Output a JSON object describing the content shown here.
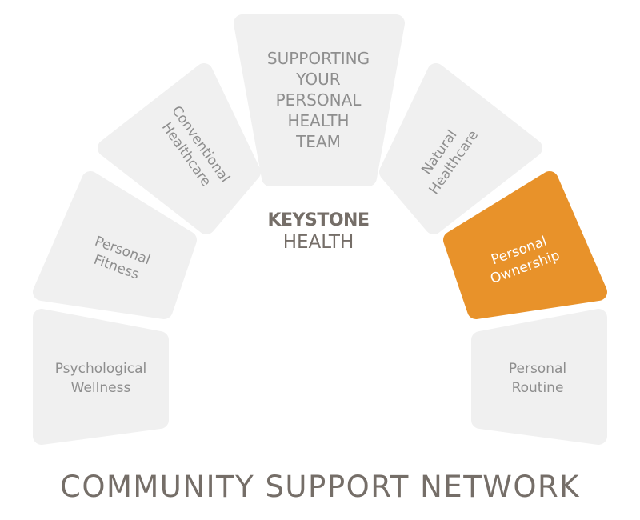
{
  "center": {
    "brand_line1": "KEYSTONE",
    "brand_line2": "HEALTH"
  },
  "tiles": [
    {
      "id": "psychological-wellness",
      "lines": [
        "Psychological",
        "Wellness"
      ],
      "active": false
    },
    {
      "id": "personal-fitness",
      "lines": [
        "Personal",
        "Fitness"
      ],
      "active": false
    },
    {
      "id": "conventional-healthcare",
      "lines": [
        "Conventional",
        "Healthcare"
      ],
      "active": false
    },
    {
      "id": "supporting-team",
      "lines": [
        "SUPPORTING",
        "YOUR",
        "PERSONAL",
        "HEALTH",
        "TEAM"
      ],
      "active": false
    },
    {
      "id": "natural-healthcare",
      "lines": [
        "Natural",
        "Healthcare"
      ],
      "active": false
    },
    {
      "id": "personal-ownership",
      "lines": [
        "Personal",
        "Ownership"
      ],
      "active": true
    },
    {
      "id": "personal-routine",
      "lines": [
        "Personal",
        "Routine"
      ],
      "active": false
    }
  ],
  "footer": {
    "title": "COMMUNITY SUPPORT NETWORK"
  },
  "colors": {
    "tile": "#f0f0f0",
    "active": "#e8922a",
    "tile_text": "#8e8e8e",
    "brand": "#756e68"
  }
}
